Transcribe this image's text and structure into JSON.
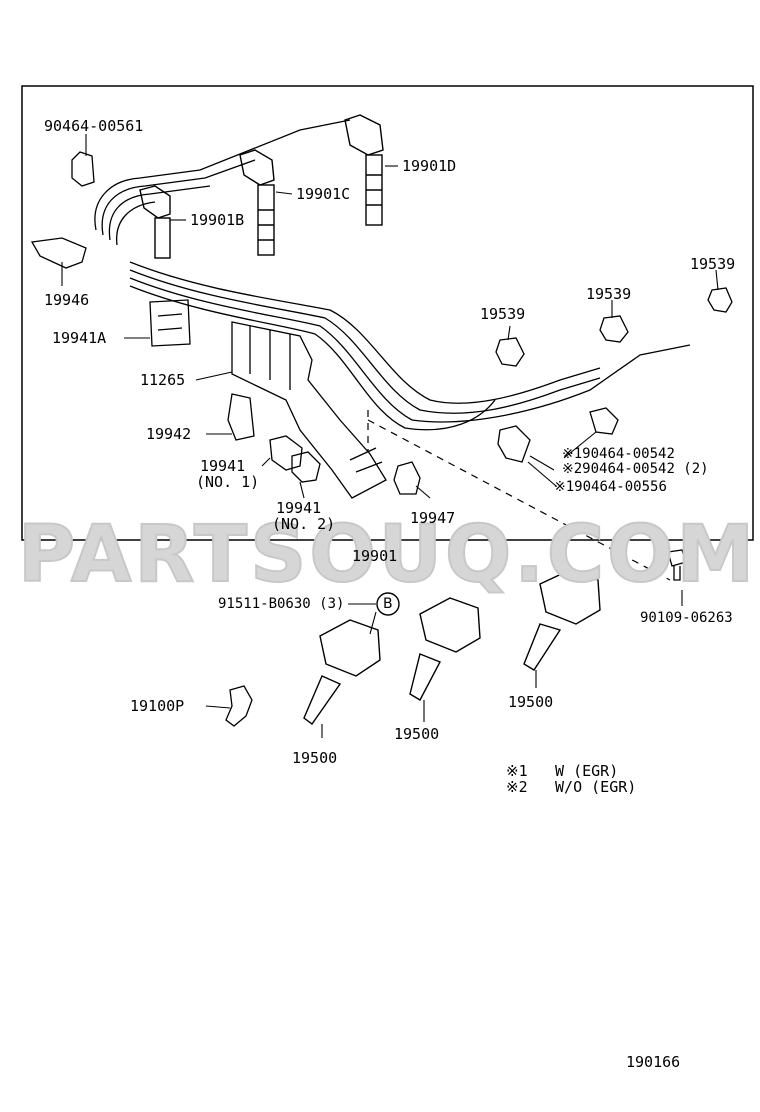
{
  "watermark": "PARTSOUQ.COM",
  "group_label": "19901",
  "diagram_code": "190166",
  "callout_letter": "B",
  "parts": {
    "p9046400561": "90464-00561",
    "p19901D": "19901D",
    "p19901C": "19901C",
    "p19901B": "19901B",
    "p19946": "19946",
    "p19941A": "19941A",
    "p11265": "11265",
    "p19942": "19942",
    "p19941_no1": "19941",
    "no1": "(NO. 1)",
    "p19941_no2": "19941",
    "no2": "(NO. 2)",
    "p19947": "19947",
    "p19539_a": "19539",
    "p19539_b": "19539",
    "p19539_c": "19539",
    "p9046400542_1": "※190464-00542",
    "p9046400542_2": "※290464-00542 (2)",
    "p9046400556": "※190464-00556",
    "p91511B0630": "91511-B0630 (3)",
    "p9010906263": "90109-06263",
    "p19100P": "19100P",
    "p19500_a": "19500",
    "p19500_b": "19500",
    "p19500_c": "19500"
  },
  "legend": [
    {
      "mark": "※1",
      "text": "W (EGR)"
    },
    {
      "mark": "※2",
      "text": "W/O (EGR)"
    }
  ]
}
